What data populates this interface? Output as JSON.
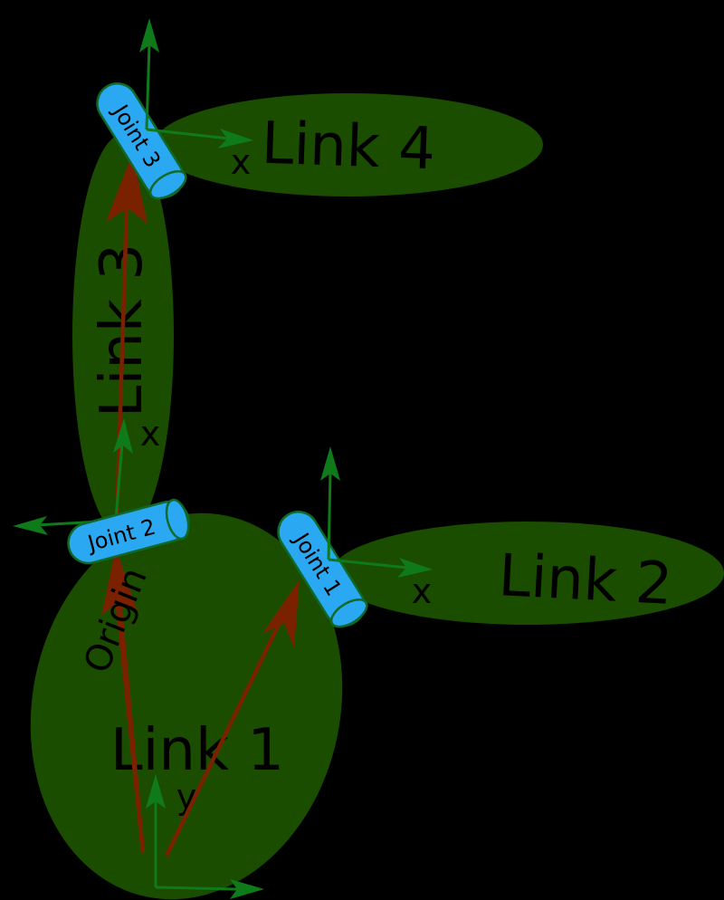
{
  "links": {
    "link1": "Link 1",
    "link2": "Link 2",
    "link3": "Link 3",
    "link4": "Link 4"
  },
  "joints": {
    "joint1": "Joint 1",
    "joint2": "Joint 2",
    "joint3": "Joint 3"
  },
  "axes": {
    "origin_y": "y",
    "joint1_x": "x",
    "joint2_x": "x",
    "joint3_x": "x"
  },
  "origin_label": "Origin",
  "colors": {
    "background": "#000000",
    "link_fill": "#1b4d00",
    "joint_fill": "#2aa8f2",
    "joint_stroke": "#0f6a2a",
    "frame_axis": "#0f7a1a",
    "position_vector": "#7a2200",
    "text": "#000000"
  }
}
